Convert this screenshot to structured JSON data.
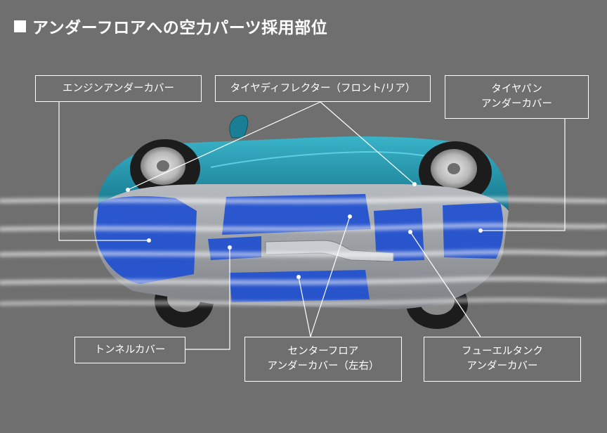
{
  "title": "アンダーフロアへの空力パーツ採用部位",
  "labels": {
    "engine_under_cover": "エンジンアンダーカバー",
    "tire_deflector": "タイヤディフレクター（フロント/リア）",
    "tire_pan_line1": "タイヤパン",
    "tire_pan_line2": "アンダーカバー",
    "tunnel_cover": "トンネルカバー",
    "center_floor_line1": "センターフロア",
    "center_floor_line2": "アンダーカバー（左右）",
    "fuel_tank_line1": "フューエルタンク",
    "fuel_tank_line2": "アンダーカバー"
  },
  "colors": {
    "background": "#6f6f6f",
    "body_teal": "#1f8fa8",
    "panel_blue": "#1f4fd0",
    "chassis_gray": "#9a9ea3",
    "airflow": "#ffffff",
    "tire": "#1c1c1c",
    "line": "#ffffff"
  }
}
